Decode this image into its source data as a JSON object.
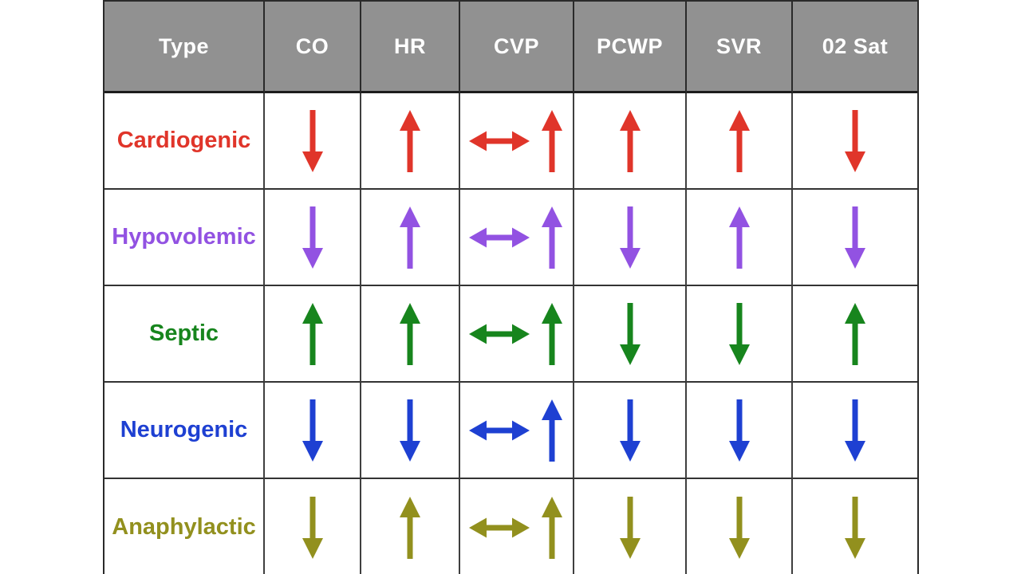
{
  "page": {
    "background": "#ffffff"
  },
  "table": {
    "header": {
      "bg": "#919191",
      "text_color": "#ffffff",
      "columns": [
        "Type",
        "CO",
        "HR",
        "CVP",
        "PCWP",
        "SVR",
        "02 Sat"
      ]
    },
    "rows": [
      {
        "label": "Cardiogenic",
        "color": "#e0352a",
        "cells": [
          "down",
          "up",
          "both",
          "up",
          "up",
          "down"
        ]
      },
      {
        "label": "Hypovolemic",
        "color": "#9252e2",
        "cells": [
          "down",
          "up",
          "both",
          "down",
          "up",
          "down"
        ]
      },
      {
        "label": "Septic",
        "color": "#17851d",
        "cells": [
          "up",
          "up",
          "both",
          "down",
          "down",
          "up"
        ]
      },
      {
        "label": "Neurogenic",
        "color": "#1e40d2",
        "cells": [
          "down",
          "down",
          "both",
          "down",
          "down",
          "down"
        ]
      },
      {
        "label": "Anaphylactic",
        "color": "#92901e",
        "cells": [
          "down",
          "up",
          "both",
          "down",
          "down",
          "down"
        ]
      }
    ]
  },
  "chart_data": {
    "type": "table",
    "columns": [
      "Type",
      "CO",
      "HR",
      "CVP",
      "PCWP",
      "SVR",
      "02 Sat"
    ],
    "rows": [
      {
        "Type": "Cardiogenic",
        "CO": "↓",
        "HR": "↑",
        "CVP": "↔ ↑",
        "PCWP": "↑",
        "SVR": "↑",
        "02 Sat": "↓"
      },
      {
        "Type": "Hypovolemic",
        "CO": "↓",
        "HR": "↑",
        "CVP": "↔ ↑",
        "PCWP": "↓",
        "SVR": "↑",
        "02 Sat": "↓"
      },
      {
        "Type": "Septic",
        "CO": "↑",
        "HR": "↑",
        "CVP": "↔ ↑",
        "PCWP": "↓",
        "SVR": "↓",
        "02 Sat": "↑"
      },
      {
        "Type": "Neurogenic",
        "CO": "↓",
        "HR": "↓",
        "CVP": "↔ ↑",
        "PCWP": "↓",
        "SVR": "↓",
        "02 Sat": "↓"
      },
      {
        "Type": "Anaphylactic",
        "CO": "↓",
        "HR": "↑",
        "CVP": "↔ ↑",
        "PCWP": "↓",
        "SVR": "↓",
        "02 Sat": "↓"
      }
    ],
    "legend_position": "none",
    "grid": true
  }
}
